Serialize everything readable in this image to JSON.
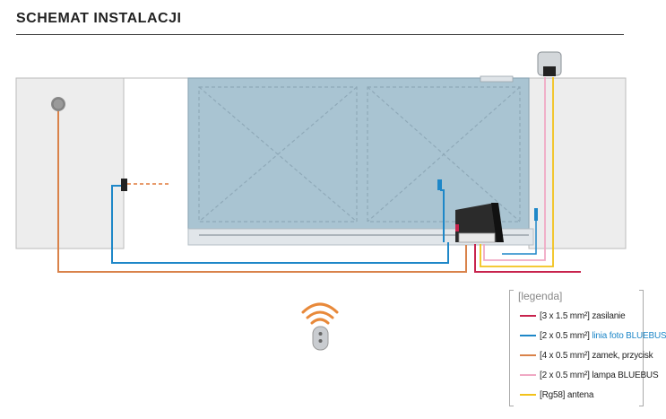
{
  "title": "SCHEMAT INSTALACJI",
  "legend": {
    "heading": "[legenda]",
    "items": [
      {
        "text": "[3 x 1.5 mm²] zasilanie",
        "color": "#c8234d"
      },
      {
        "text": "[2 x 0.5 mm²] linia foto BLUEBUS",
        "color": "#1e87c8",
        "highlight": "linia foto BLUEBUS",
        "highlight_color": "#1e87c8"
      },
      {
        "text": "[4 x 0.5 mm²] zamek, przycisk",
        "color": "#d9824a"
      },
      {
        "text": "[2 x 0.5 mm²] lampa BLUEBUS",
        "color": "#f0a9c4"
      },
      {
        "text": "[Rg58] antena",
        "color": "#f2c21b"
      }
    ]
  },
  "colors": {
    "gate_fill": "#a9c4d2",
    "gate_stroke": "#8fa9b8",
    "wall_fill": "#ededed",
    "power": "#c8234d",
    "bluebus": "#1e87c8",
    "lock": "#d9824a",
    "lamp": "#f0a9c4",
    "antenna": "#f2c21b"
  },
  "icons": {
    "lamp": "flashing-lamp-icon",
    "photocell": "photocell-icon",
    "key_switch": "key-switch-icon",
    "remote": "remote-control-icon",
    "signal": "wireless-signal-icon",
    "motor": "gate-motor-icon"
  }
}
